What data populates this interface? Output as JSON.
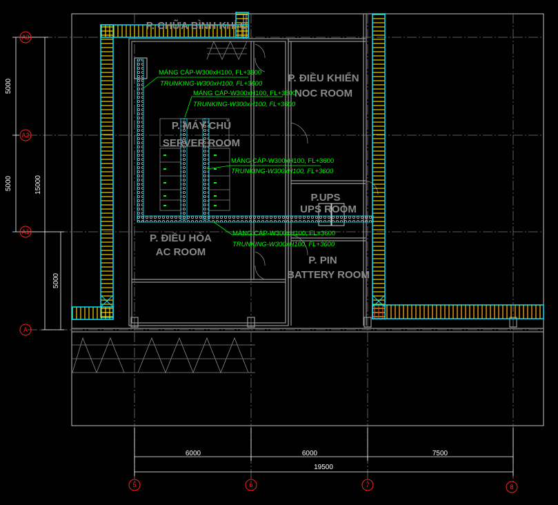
{
  "rooms": {
    "fire_extinguisher": "P. CHỮA BÌNH KHÍ C",
    "server_vi": "P. MÁY CHỦ",
    "server_en": "SERVER ROOM",
    "control_vi": "P. ĐIỀU KHIỂN",
    "control_en": "NOC ROOM",
    "ups_vi": "P.UPS",
    "ups_en": "UPS ROOM",
    "ac_vi": "P. ĐIỀU HÒA",
    "ac_en": "AC ROOM",
    "battery_vi": "P. PIN",
    "battery_en": "BATTERY ROOM"
  },
  "notes": [
    {
      "line1": "MÁNG CÁP-W300xH100, FL+3600",
      "line2": "TRUNKING-W300xH100, FL+3600"
    },
    {
      "line1": "MÁNG CÁP-W300xH100, FL+3600",
      "line2": "TRUNKING-W300xH100, FL+3600"
    },
    {
      "line1": "MÁNG CÁP-W300xH100, FL+3600",
      "line2": "TRUNKING-W300xH100, FL+3600"
    },
    {
      "line1": "MÁNG CÁP-W300xH100, FL+3600",
      "line2": "TRUNKING-W300xH100, FL+3600"
    }
  ],
  "grid_rows": [
    "A3",
    "A2",
    "A1",
    "A"
  ],
  "grid_cols": [
    "5",
    "6",
    "7",
    "8"
  ],
  "dims_vertical": {
    "a3_a2": "5000",
    "a2_a1": "5000",
    "total": "15000",
    "a1_a": "5000"
  },
  "dims_horizontal": {
    "c5_c6": "6000",
    "c6_c7": "6000",
    "c7_c8": "7500",
    "total": "19500"
  },
  "colors": {
    "tray_outline": "#00e5ff",
    "tray_rungs": "#ffd400",
    "tray_red": "#ff3030",
    "annotation": "#00ff00",
    "grid_label": "#ff2020",
    "walls": "#9a9a9a"
  }
}
